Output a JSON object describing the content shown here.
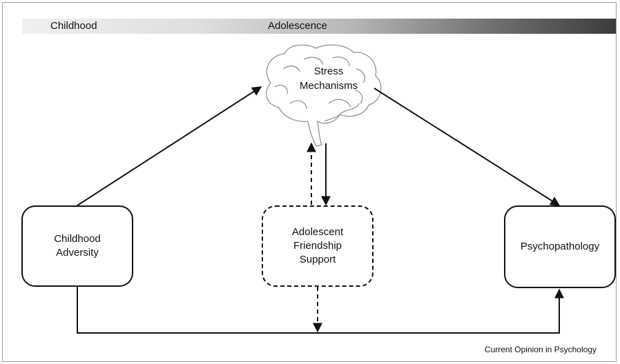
{
  "timeline": {
    "start_label": "Childhood",
    "mid_label": "Adolescence"
  },
  "nodes": {
    "stress": "Stress\nMechanisms",
    "adversity": "Childhood\nAdversity",
    "friendship": "Adolescent\nFriendship\nSupport",
    "psychopathology": "Psychopathology"
  },
  "footer": "Current Opinion in Psychology",
  "colors": {
    "line": "#111111",
    "brain_outline": "#8a8a8a"
  }
}
